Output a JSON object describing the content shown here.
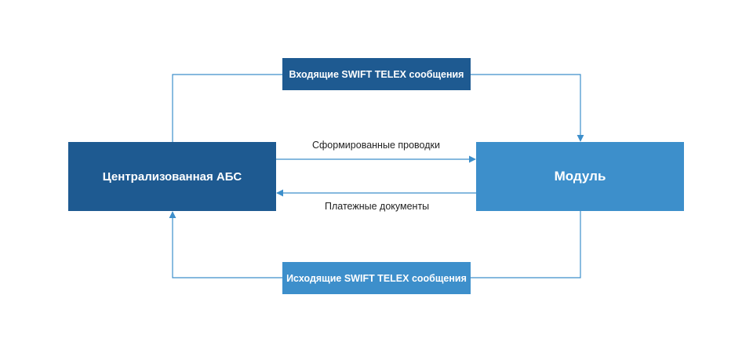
{
  "nodes": {
    "abs": "Централизованная АБС",
    "module": "Модуль",
    "incoming": "Входящие SWIFT  TELEX сообщения",
    "outgoing": "Исходящие SWIFT  TELEX сообщения"
  },
  "edges": {
    "postings": "Сформированные проводки",
    "payments": "Платежные документы"
  },
  "colors": {
    "dark_box": "#1e5a91",
    "light_box": "#3d8fcb",
    "connector": "#3d8fcb",
    "text_on_box": "#ffffff",
    "label_text": "#222222"
  }
}
